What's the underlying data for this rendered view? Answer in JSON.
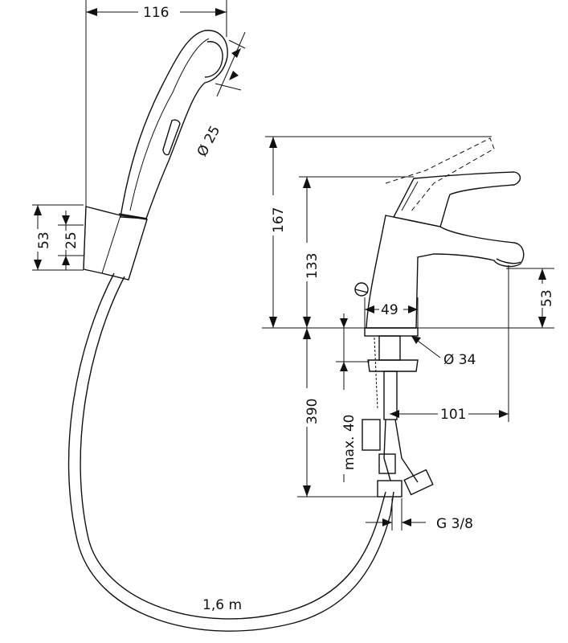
{
  "dimensions": {
    "handshower_length": "116",
    "handshower_diameter": "Ø 25",
    "holder_height": "53",
    "holder_inner": "25",
    "mixer_total_height": "167",
    "lever_height": "133",
    "spout_height": "53",
    "base_width": "49",
    "base_diameter": "Ø 34",
    "shank_length": "390",
    "max_thickness": "max. 40",
    "spout_reach": "101",
    "connection": "G 3/8",
    "hose_length": "1,6 m"
  },
  "colors": {
    "line": "#111111",
    "background": "#ffffff"
  }
}
